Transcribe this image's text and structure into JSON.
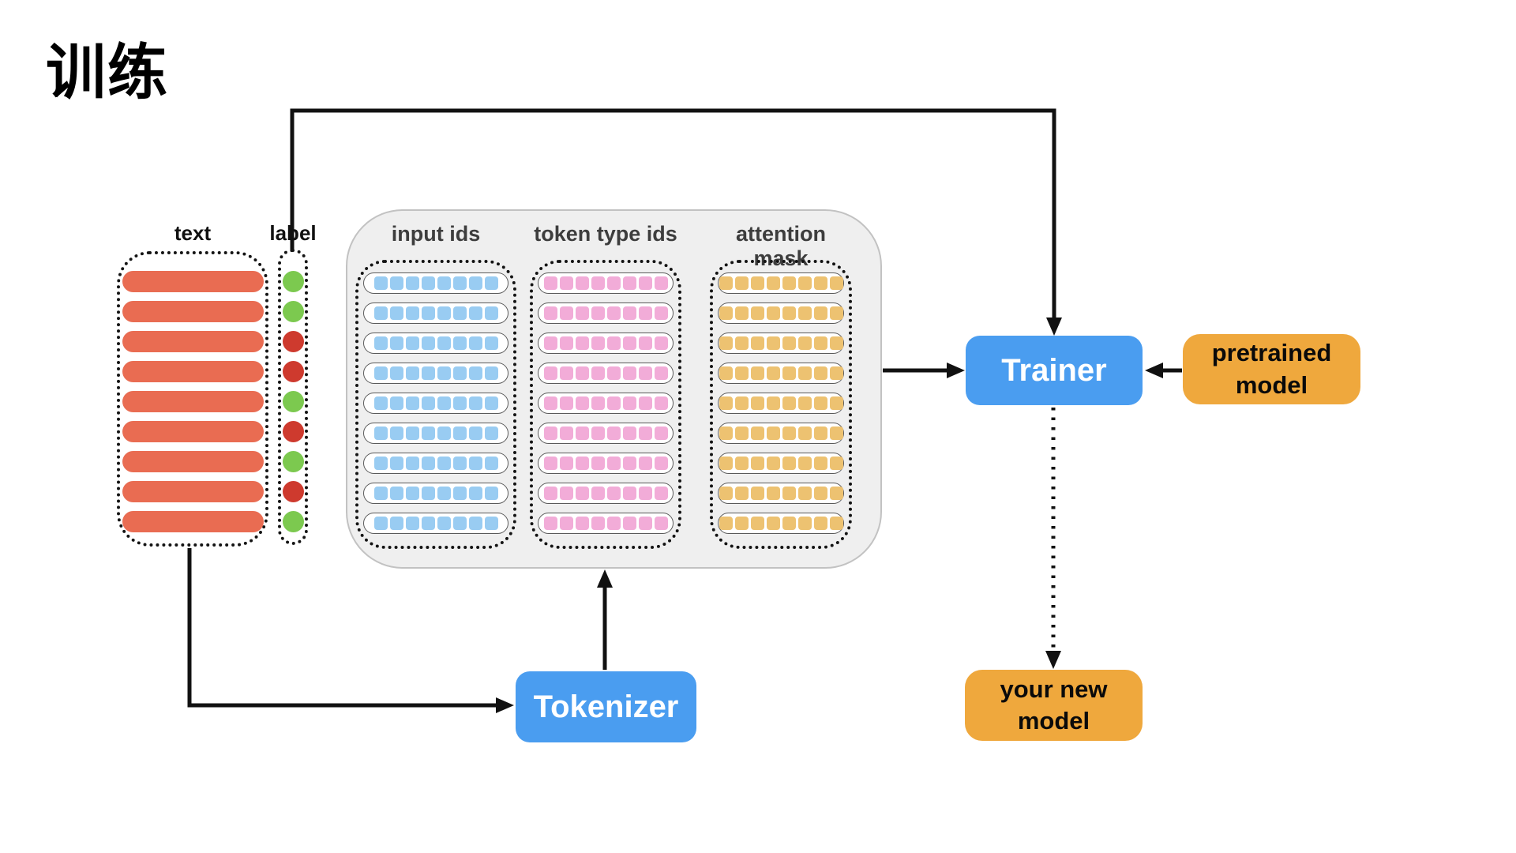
{
  "title": "训练",
  "palette": {
    "text_pill": "#E96C52",
    "label_green": "#7CC94F",
    "label_red": "#CE3A2E",
    "cell_blue": "#99CCF2",
    "cell_pink": "#F2ACD8",
    "cell_orange": "#EDC271",
    "node_blue": "#4A9DF0",
    "node_orange": "#EFA83D",
    "panel_bg": "#EFEFEF",
    "panel_border": "#C2C2C2",
    "arrow_line": "#111111",
    "header_text": "#3D3D3D"
  },
  "text_column": {
    "label": "text",
    "row_count": 9
  },
  "label_column": {
    "label": "label",
    "dots": [
      "green",
      "green",
      "red",
      "red",
      "green",
      "red",
      "green",
      "red",
      "green"
    ]
  },
  "tensor_panel": {
    "columns": [
      {
        "id": "input-ids",
        "label": "input ids",
        "cell_color": "blue",
        "row_count": 9,
        "cells_per_row": 8
      },
      {
        "id": "token-type-ids",
        "label": "token type ids",
        "cell_color": "pink",
        "row_count": 9,
        "cells_per_row": 8
      },
      {
        "id": "attention-mask",
        "label": "attention mask",
        "cell_color": "orange",
        "row_count": 9,
        "cells_per_row": 8
      }
    ]
  },
  "nodes": {
    "tokenizer": {
      "label": "Tokenizer"
    },
    "trainer": {
      "label": "Trainer"
    },
    "pretrained_model": {
      "label": "pretrained\nmodel"
    },
    "your_new_model": {
      "label": "your new\nmodel"
    }
  }
}
